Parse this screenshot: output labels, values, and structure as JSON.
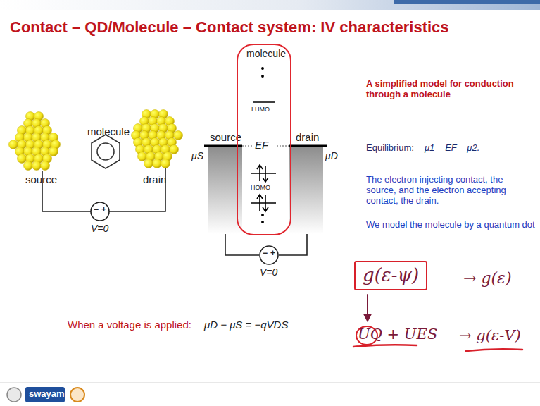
{
  "diagram": {
    "title": "Contact – QD/Molecule – Contact system: IV characteristics",
    "nodes": [
      {
        "text": [
          "molecule",
          "LUMO",
          "EF",
          "HOMO"
        ]
      },
      {
        "text": [
          "g(ε-ψ)"
        ]
      }
    ],
    "labels": [
      "molecule",
      "source",
      "drain",
      "−",
      "+",
      "V=0",
      "μS",
      "source",
      "drain",
      "μD",
      "−",
      "+",
      "V=0",
      "A simplified model for conduction through a molecule",
      "Equilibrium:",
      "μ1 = EF = μ2.",
      "The electron injecting contact, the source, and the electron accepting contact, the drain.",
      "We model the molecule by a quantum dot",
      "When a voltage is applied:",
      "μD − μS = −qVDS",
      "→ g(ε)",
      "UQ + UES",
      "→ g(ε-V)",
      "swayam"
    ]
  }
}
